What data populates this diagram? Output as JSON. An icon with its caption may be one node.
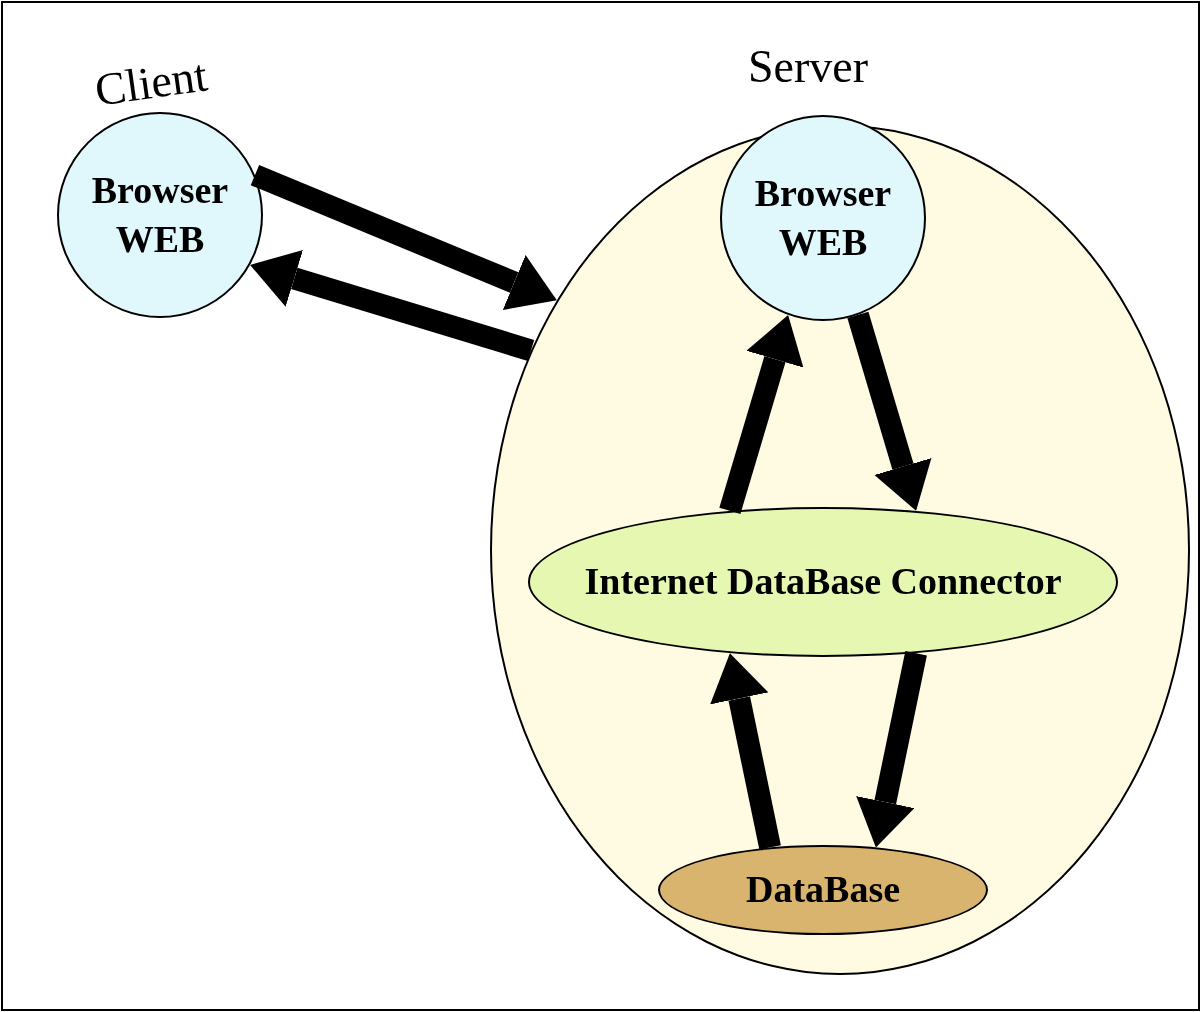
{
  "diagram": {
    "nodes": [
      {
        "text": [
          "Client",
          "Browser WEB"
        ]
      },
      {
        "text": [
          "Server"
        ]
      },
      {
        "text": [
          "Browser WEB"
        ],
        "in": 1
      },
      {
        "text": [
          "Internet DataBase Connector"
        ],
        "in": 1
      },
      {
        "text": [
          "DataBase"
        ],
        "in": 1
      }
    ],
    "edges": [
      {
        "from": 0,
        "to": 1,
        "arrow": "to"
      },
      {
        "from": 1,
        "to": 0,
        "arrow": "to"
      },
      {
        "from": 3,
        "to": 2,
        "arrow": "to"
      },
      {
        "from": 2,
        "to": 3,
        "arrow": "to"
      },
      {
        "from": 4,
        "to": 3,
        "arrow": "to"
      },
      {
        "from": 3,
        "to": 4,
        "arrow": "to"
      }
    ]
  }
}
